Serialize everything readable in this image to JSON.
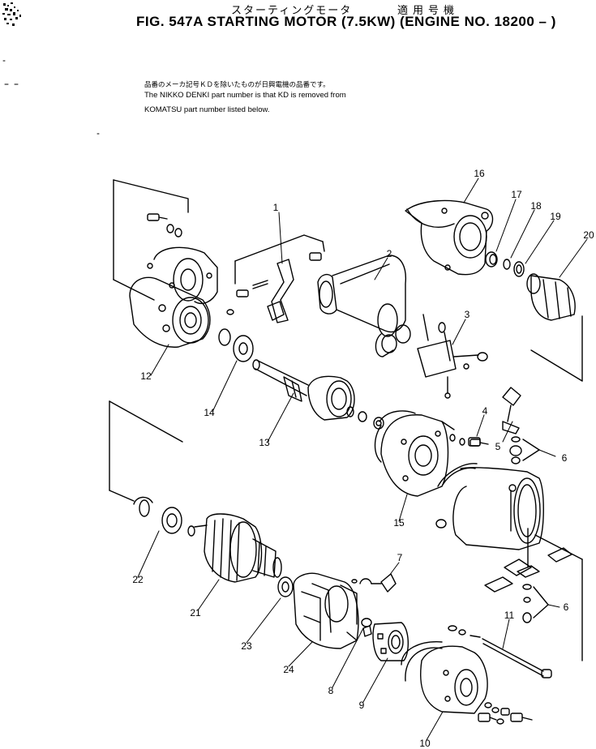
{
  "header": {
    "jp_title": "スターティングモータ",
    "jp_applicability": "適用号機",
    "title": "FIG. 547A  STARTING MOTOR (7.5KW) (ENGINE NO. 18200 – )"
  },
  "notes": {
    "jp": "品番のメーカ記号ＫＤを除いたものが日興電機の品番です。",
    "line1": "The NIKKO DENKI part number is that KD is removed from",
    "line2": "KOMATSU part number listed below."
  },
  "callouts": [
    "1",
    "2",
    "3",
    "4",
    "5",
    "6",
    "6",
    "7",
    "8",
    "9",
    "10",
    "11",
    "12",
    "13",
    "14",
    "15",
    "16",
    "17",
    "18",
    "19",
    "20",
    "21",
    "22",
    "23",
    "24"
  ]
}
